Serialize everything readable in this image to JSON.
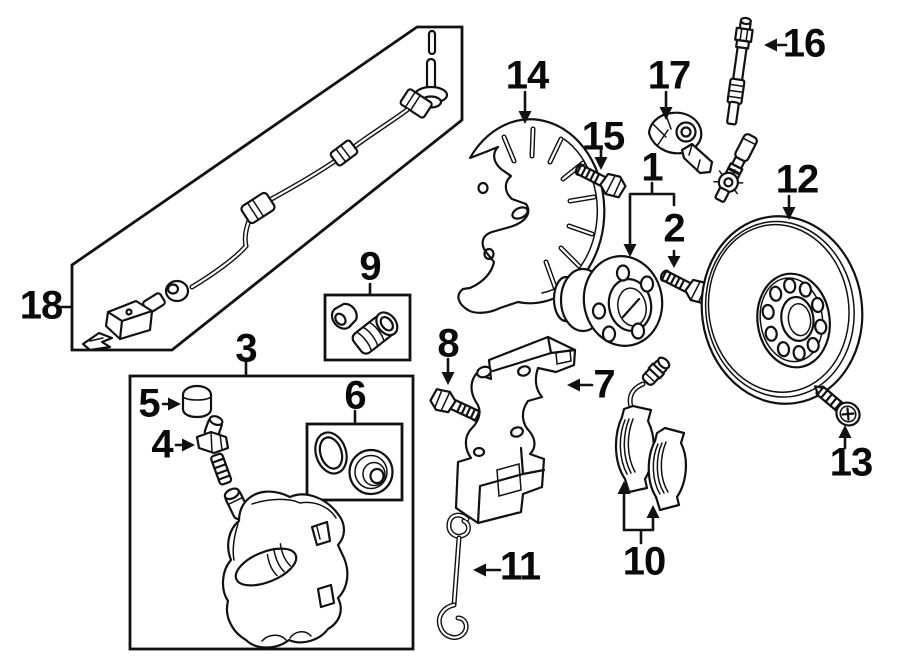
{
  "diagram": {
    "kind": "exploded-parts-diagram",
    "colors": {
      "background": "#ffffff",
      "line": "#111111",
      "label": "#0a0a0a"
    }
  },
  "callouts": [
    {
      "num": "1",
      "part": "wheel-hub-bearing"
    },
    {
      "num": "2",
      "part": "hub-bolt"
    },
    {
      "num": "3",
      "part": "caliper-assembly-box"
    },
    {
      "num": "4",
      "part": "caliper-guide-bolt"
    },
    {
      "num": "5",
      "part": "bleeder-cap"
    },
    {
      "num": "6",
      "part": "caliper-seal-kit-box"
    },
    {
      "num": "7",
      "part": "caliper-bracket"
    },
    {
      "num": "8",
      "part": "bracket-bolt"
    },
    {
      "num": "9",
      "part": "guide-bushing-kit-box"
    },
    {
      "num": "10",
      "part": "brake-pads"
    },
    {
      "num": "11",
      "part": "retaining-spring-clip"
    },
    {
      "num": "12",
      "part": "brake-rotor"
    },
    {
      "num": "13",
      "part": "rotor-set-screw"
    },
    {
      "num": "14",
      "part": "splash-shield"
    },
    {
      "num": "15",
      "part": "shield-bolt"
    },
    {
      "num": "16",
      "part": "brake-hose"
    },
    {
      "num": "17",
      "part": "abs-speed-sensor"
    },
    {
      "num": "18",
      "part": "abs-sensor-harness"
    }
  ]
}
